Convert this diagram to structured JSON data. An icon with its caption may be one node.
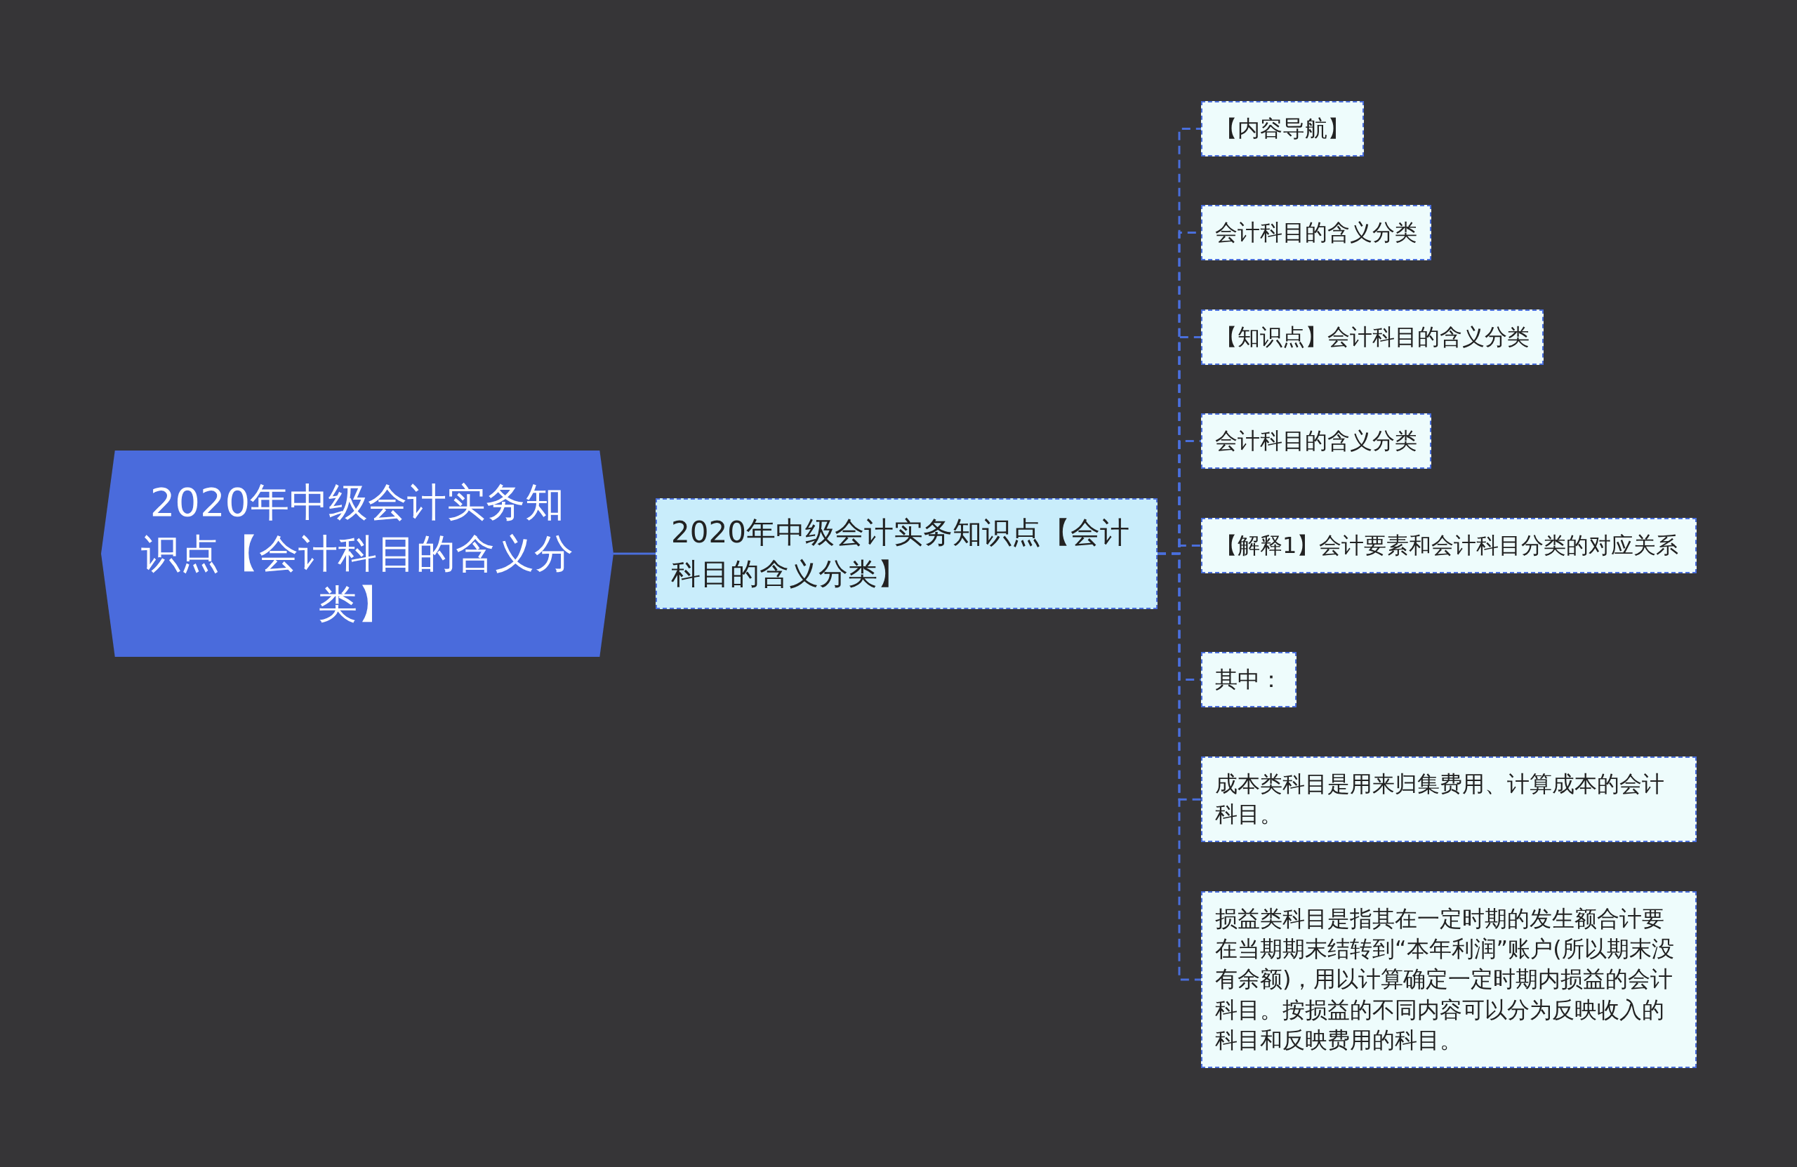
{
  "diagram": {
    "nodes": [
      {
        "text": [
          "2020年中级会计实务知识点【会计科目的含义分类】"
        ]
      },
      {
        "text": [
          "2020年中级会计实务知识点【会计科目的含义分类】"
        ]
      },
      {
        "text": [
          "【内容导航】"
        ]
      },
      {
        "text": [
          "会计科目的含义分类"
        ]
      },
      {
        "text": [
          "【知识点】会计科目的含义分类"
        ]
      },
      {
        "text": [
          "会计科目的含义分类"
        ]
      },
      {
        "text": [
          "【解释1】会计要素和会计科目分类的对应关系"
        ]
      },
      {
        "text": [
          "其中："
        ]
      },
      {
        "text": [
          "成本类科目是用来归集费用、计算成本的会计科目。"
        ]
      },
      {
        "text": [
          "损益类科目是指其在一定时期的发生额合计要在当期期末结转到“本年利润”账户(所以期末没有余额)，用以计算确定一定时期内损益的会计科目。按损益的不同内容可以分为反映收入的科目和反映费用的科目。"
        ]
      }
    ],
    "edges": [
      {
        "from": 0,
        "to": 1,
        "arrow": "none"
      },
      {
        "from": 1,
        "to": 2,
        "arrow": "none",
        "style": "dashed"
      },
      {
        "from": 1,
        "to": 3,
        "arrow": "none",
        "style": "dashed"
      },
      {
        "from": 1,
        "to": 4,
        "arrow": "none",
        "style": "dashed"
      },
      {
        "from": 1,
        "to": 5,
        "arrow": "none",
        "style": "dashed"
      },
      {
        "from": 1,
        "to": 6,
        "arrow": "none",
        "style": "dashed"
      },
      {
        "from": 1,
        "to": 7,
        "arrow": "none",
        "style": "dashed"
      },
      {
        "from": 1,
        "to": 8,
        "arrow": "none",
        "style": "dashed"
      },
      {
        "from": 1,
        "to": 9,
        "arrow": "none",
        "style": "dashed"
      }
    ]
  }
}
